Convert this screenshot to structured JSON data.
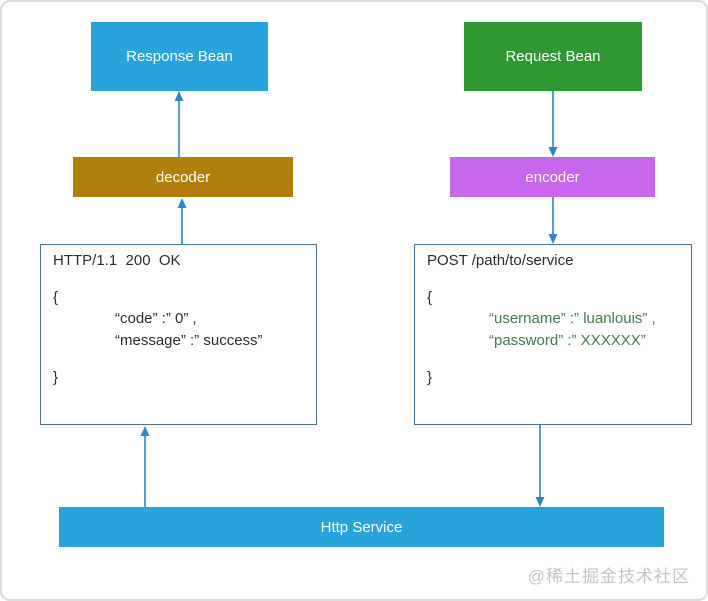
{
  "diagram": {
    "nodes": {
      "response_bean": {
        "label": "Response Bean",
        "color": "#29A3DC"
      },
      "request_bean": {
        "label": "Request Bean",
        "color": "#2F9832"
      },
      "decoder": {
        "label": "decoder",
        "color": "#B07E0A"
      },
      "encoder": {
        "label": "encoder",
        "color": "#C966EE"
      },
      "http_service": {
        "label": "Http Service",
        "color": "#29A3DC"
      }
    },
    "response_box": {
      "title": "HTTP/1.1  200  OK",
      "brace_open": "{",
      "lines": [
        "“code” :” 0” ,",
        "“message” :” success”"
      ],
      "brace_close": "}"
    },
    "request_box": {
      "title": "POST /path/to/service",
      "brace_open": "{",
      "lines": [
        "“username” :” luanlouis” ,",
        "“password” :” XXXXXX”"
      ],
      "brace_close": "}",
      "body_text_color": "#3F7D4C"
    },
    "edges": [
      {
        "from": "http-service",
        "to": "http-response-box",
        "direction": "up"
      },
      {
        "from": "http-response-box",
        "to": "decoder",
        "direction": "up"
      },
      {
        "from": "decoder",
        "to": "response-bean",
        "direction": "up"
      },
      {
        "from": "request-bean",
        "to": "encoder",
        "direction": "down"
      },
      {
        "from": "encoder",
        "to": "http-request-box",
        "direction": "down"
      },
      {
        "from": "http-request-box",
        "to": "http-service",
        "direction": "down"
      }
    ],
    "arrow_color": "#2E86C4",
    "watermark": "@稀土掘金技术社区"
  }
}
